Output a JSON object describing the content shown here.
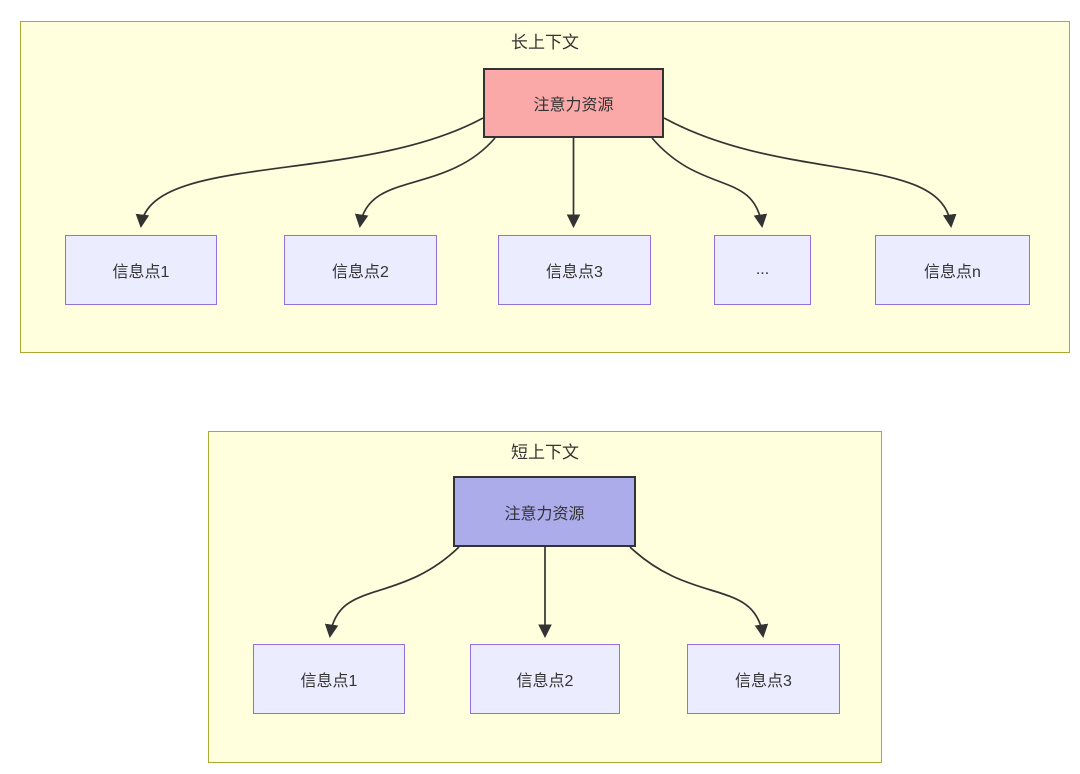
{
  "colors": {
    "panel_bg": "#ffffde",
    "panel_border": "#aaaa33",
    "info_node_bg": "#ececff",
    "info_node_border": "#9370db",
    "root_long_bg": "#faa8a8",
    "root_short_bg": "#acaceb",
    "node_border_dark": "#333333",
    "edge": "#333333",
    "text": "#333333"
  },
  "panels": [
    {
      "id": "long-context",
      "title": "长上下文",
      "root": {
        "label": "注意力资源"
      },
      "children": [
        {
          "label": "信息点1"
        },
        {
          "label": "信息点2"
        },
        {
          "label": "信息点3"
        },
        {
          "label": "..."
        },
        {
          "label": "信息点n"
        }
      ]
    },
    {
      "id": "short-context",
      "title": "短上下文",
      "root": {
        "label": "注意力资源"
      },
      "children": [
        {
          "label": "信息点1"
        },
        {
          "label": "信息点2"
        },
        {
          "label": "信息点3"
        }
      ]
    }
  ]
}
